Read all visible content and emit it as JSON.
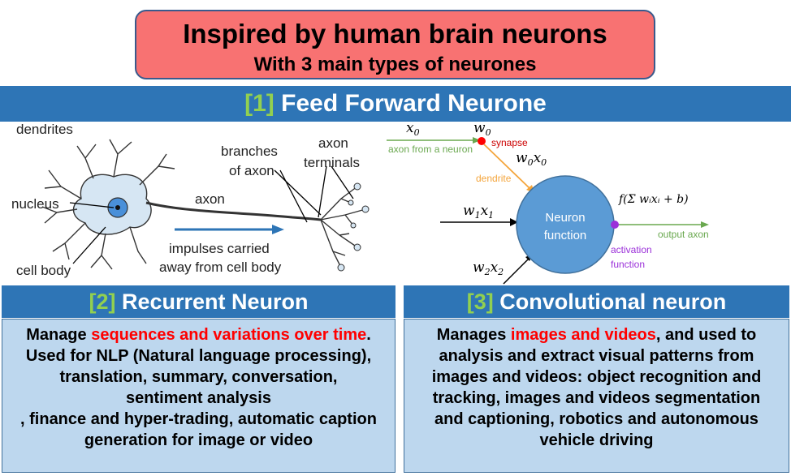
{
  "title": {
    "main": "Inspired by human brain neurons",
    "sub": "With 3 main types of neurones"
  },
  "section1": {
    "number": "[1]",
    "label": "Feed Forward Neurone"
  },
  "biological": {
    "dendrites": "dendrites",
    "nucleus": "nucleus",
    "cell_body": "cell body",
    "axon": "axon",
    "branches_line1": "branches",
    "branches_line2": "of axon",
    "terminals_line1": "axon",
    "terminals_line2": "terminals",
    "impulse_line1": "impulses carried",
    "impulse_line2": "away from cell body"
  },
  "artificial": {
    "x0": "x",
    "x0_sub": "0",
    "w0": "w",
    "w0_sub": "0",
    "axon_from": "axon from a neuron",
    "synapse": "synapse",
    "w0x0_a": "w",
    "w0x0_b": "0",
    "w0x0_c": "x",
    "w0x0_d": "0",
    "dendrite": "dendrite",
    "w1x1_a": "w",
    "w1x1_b": "1",
    "w1x1_c": "x",
    "w1x1_d": "1",
    "w2x2_a": "w",
    "w2x2_b": "2",
    "w2x2_c": "x",
    "w2x2_d": "2",
    "neuron_line1": "Neuron",
    "neuron_line2": "function",
    "formula": "f(Σ wᵢxᵢ + b)",
    "output": "output axon",
    "activation_line1": "activation",
    "activation_line2": "function"
  },
  "section2": {
    "number": "[2]",
    "label": "Recurrent Neuron",
    "desc_pre": "Manage ",
    "desc_highlight": "sequences and variations over time",
    "desc_post": ".",
    "line2": "Used for NLP (Natural language processing),",
    "line3": "translation, summary, conversation,",
    "line4": "sentiment analysis",
    "line5": ", finance and hyper-trading, automatic caption",
    "line6": "generation for image or video"
  },
  "section3": {
    "number": "[3]",
    "label": "Convolutional neuron",
    "desc_pre": "Manages ",
    "desc_highlight": "images and videos",
    "desc_post": ", and used to",
    "line2": "analysis and extract visual patterns from",
    "line3": "images and videos: object recognition and",
    "line4": "tracking, images and videos segmentation",
    "line5": "and captioning, robotics and autonomous",
    "line6": "vehicle driving"
  },
  "colors": {
    "title_bg": "#f87272",
    "band_bg": "#2e75b6",
    "number_green": "#92d050",
    "desc_bg": "#bdd7ee",
    "highlight_red": "#ff0000",
    "neuron_blue": "#5b9bd5"
  }
}
